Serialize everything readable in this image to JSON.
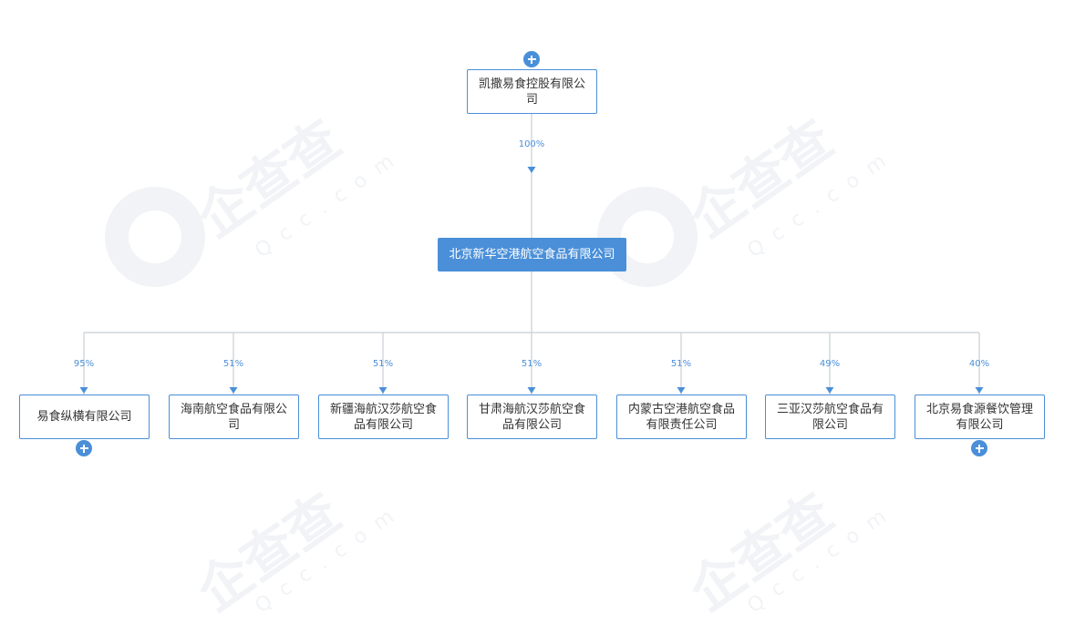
{
  "parent": {
    "name": "凯撒易食控股有限公司",
    "percent": "100%"
  },
  "center": {
    "name": "北京新华空港航空食品有限公司"
  },
  "children": [
    {
      "name": "易食纵横有限公司",
      "percent": "95%",
      "expandable": true
    },
    {
      "name": "海南航空食品有限公司",
      "percent": "51%",
      "expandable": false
    },
    {
      "name": "新疆海航汉莎航空食品有限公司",
      "percent": "51%",
      "expandable": false
    },
    {
      "name": "甘肃海航汉莎航空食品有限公司",
      "percent": "51%",
      "expandable": false
    },
    {
      "name": "内蒙古空港航空食品有限责任公司",
      "percent": "51%",
      "expandable": false
    },
    {
      "name": "三亚汉莎航空食品有限公司",
      "percent": "49%",
      "expandable": false
    },
    {
      "name": "北京易食源餐饮管理有限公司",
      "percent": "40%",
      "expandable": true
    }
  ],
  "watermark": {
    "text": "企查查",
    "sub": "Qcc.com"
  },
  "colors": {
    "accent": "#4a8fd8",
    "line": "#d0d5dc",
    "watermark": "#f1f3f6"
  }
}
